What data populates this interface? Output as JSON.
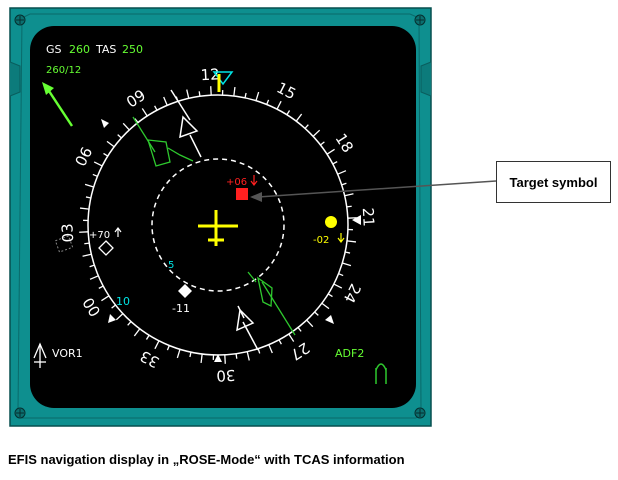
{
  "display": {
    "gs_label": "GS",
    "gs_value": "260",
    "tas_label": "TAS",
    "tas_value": "250",
    "wind": "260/12",
    "vor_label": "VOR1",
    "adf_label": "ADF2",
    "range_value": "5",
    "outer_range_value": "10"
  },
  "compass": {
    "labels": [
      "00",
      "03",
      "06",
      "09",
      "12",
      "15",
      "18",
      "21",
      "24",
      "27",
      "30",
      "33"
    ],
    "heading_deg": 123
  },
  "traffic": [
    {
      "alt": "+06",
      "trend": "down",
      "kind": "resolution-advisory",
      "color": "#ff2020"
    },
    {
      "alt": "-02",
      "trend": "down",
      "kind": "traffic-advisory",
      "color": "#ffff00"
    },
    {
      "alt": "+70",
      "trend": "up",
      "kind": "other-traffic",
      "color": "#ffffff"
    },
    {
      "alt": "-11",
      "trend": "",
      "kind": "proximate-traffic",
      "color": "#ffffff"
    }
  ],
  "colors": {
    "bezel": "#0e8f8f",
    "screen": "#000000",
    "text_white": "#ffffff",
    "text_green": "#66ff33",
    "cyan": "#00e5e5",
    "yellow": "#ffff00",
    "red": "#ff2020"
  },
  "annotation": {
    "callout": "Target symbol",
    "caption": "EFIS navigation display in „ROSE-Mode“ with TCAS information"
  }
}
